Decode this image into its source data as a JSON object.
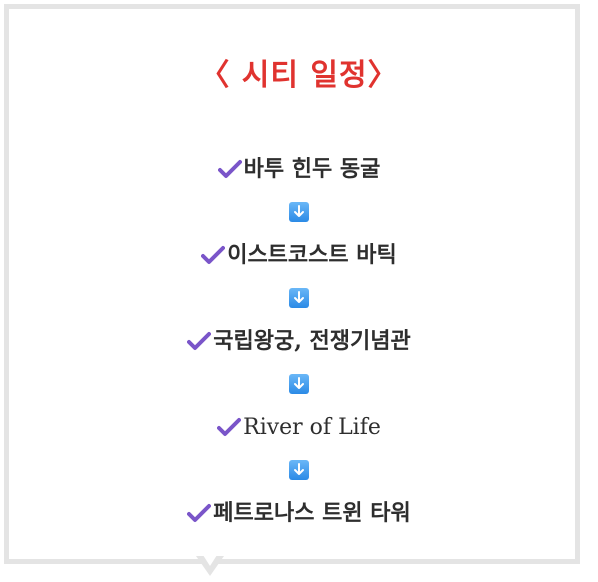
{
  "title": "〈 시티 일정〉",
  "colors": {
    "title": "#e0332f",
    "check": "#7a55c9",
    "arrow": "#3a94ea",
    "border": "#e4e4e4"
  },
  "steps": [
    {
      "label": "바투 힌두 동굴",
      "icon": "check-icon"
    },
    {
      "label": "이스트코스트 바틱",
      "icon": "check-icon"
    },
    {
      "label": "국립왕궁, 전쟁기념관",
      "icon": "check-icon"
    },
    {
      "label": "River of Life",
      "icon": "check-icon"
    },
    {
      "label": "페트로나스 트윈 타워",
      "icon": "check-icon"
    }
  ],
  "separator_icon": "down-arrow-icon"
}
